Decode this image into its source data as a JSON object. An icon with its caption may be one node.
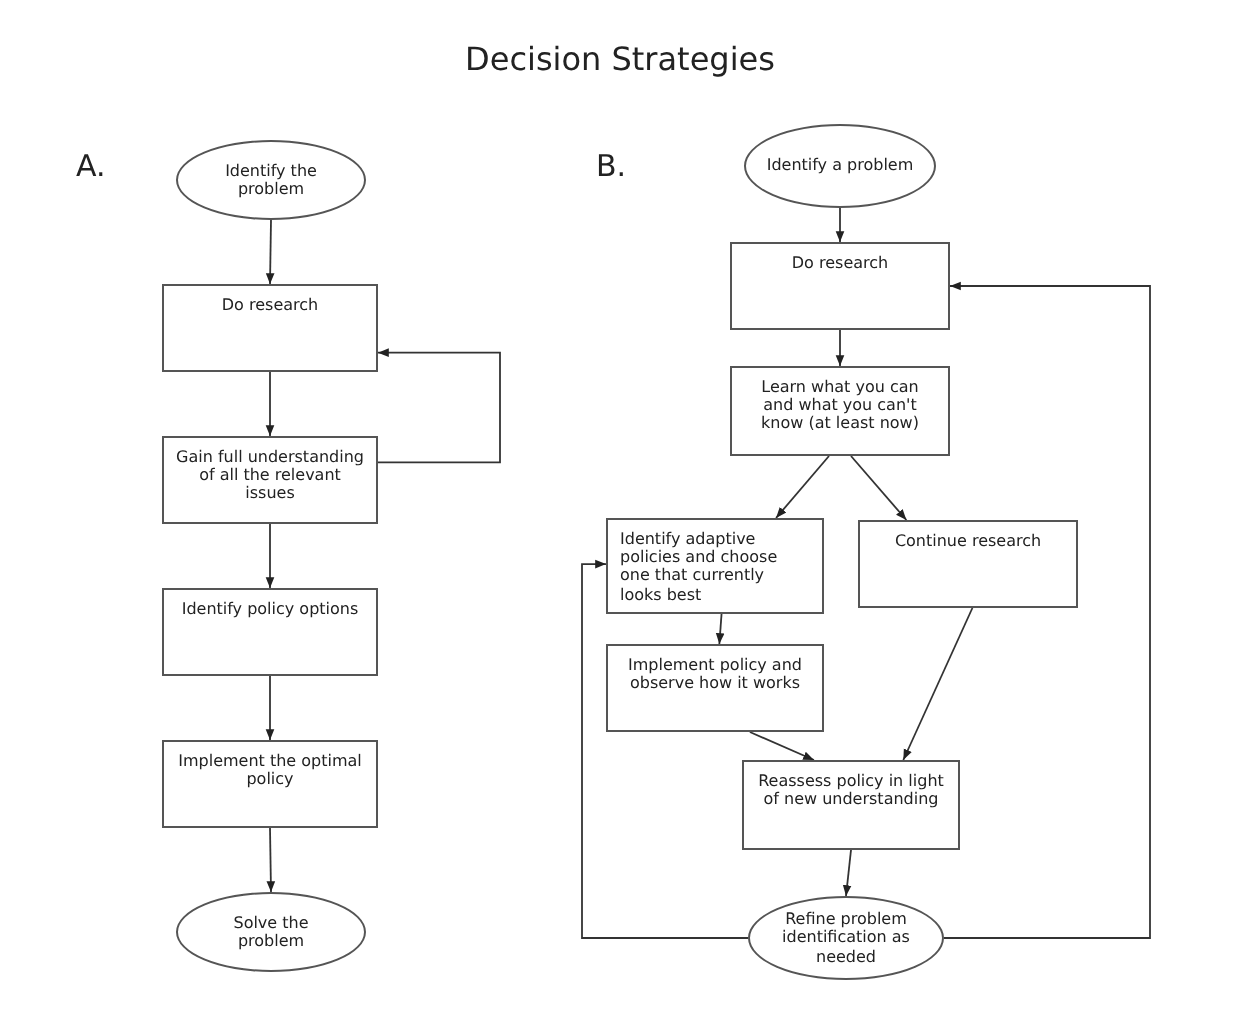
{
  "diagram": {
    "title": "Decision Strategies",
    "nodes": [
      {
        "text": [
          "Identify the problem"
        ]
      },
      {
        "text": [
          "Do research"
        ]
      },
      {
        "text": [
          "Gain full understanding of all the relevant issues"
        ]
      },
      {
        "text": [
          "Identify policy options"
        ]
      },
      {
        "text": [
          "Implement the optimal policy"
        ]
      },
      {
        "text": [
          "Solve the problem"
        ]
      },
      {
        "text": [
          "Identify a problem"
        ]
      },
      {
        "text": [
          "Do research"
        ]
      },
      {
        "text": [
          "Learn what you can and what you can't know (at least now)"
        ]
      },
      {
        "text": [
          "Identify adaptive policies and choose one that currently looks best"
        ]
      },
      {
        "text": [
          "Continue research"
        ]
      },
      {
        "text": [
          "Implement policy and observe how it works"
        ]
      },
      {
        "text": [
          "Reassess policy in light of new understanding"
        ]
      },
      {
        "text": [
          "Refine problem identification as needed"
        ]
      }
    ],
    "edges": [
      {
        "from": 0,
        "to": 1,
        "arrow": "to"
      },
      {
        "from": 1,
        "to": 2,
        "arrow": "to"
      },
      {
        "from": 2,
        "to": 1,
        "arrow": "to"
      },
      {
        "from": 2,
        "to": 3,
        "arrow": "to"
      },
      {
        "from": 3,
        "to": 4,
        "arrow": "to"
      },
      {
        "from": 4,
        "to": 5,
        "arrow": "to"
      },
      {
        "from": 6,
        "to": 7,
        "arrow": "to"
      },
      {
        "from": 7,
        "to": 8,
        "arrow": "to"
      },
      {
        "from": 8,
        "to": 9,
        "arrow": "to"
      },
      {
        "from": 8,
        "to": 10,
        "arrow": "to"
      },
      {
        "from": 9,
        "to": 11,
        "arrow": "to"
      },
      {
        "from": 11,
        "to": 12,
        "arrow": "to"
      },
      {
        "from": 10,
        "to": 12,
        "arrow": "to"
      },
      {
        "from": 12,
        "to": 13,
        "arrow": "to"
      },
      {
        "from": 13,
        "to": 9,
        "arrow": "to"
      },
      {
        "from": 13,
        "to": 7,
        "arrow": "to"
      }
    ],
    "labels": [
      "A.",
      "B."
    ]
  }
}
